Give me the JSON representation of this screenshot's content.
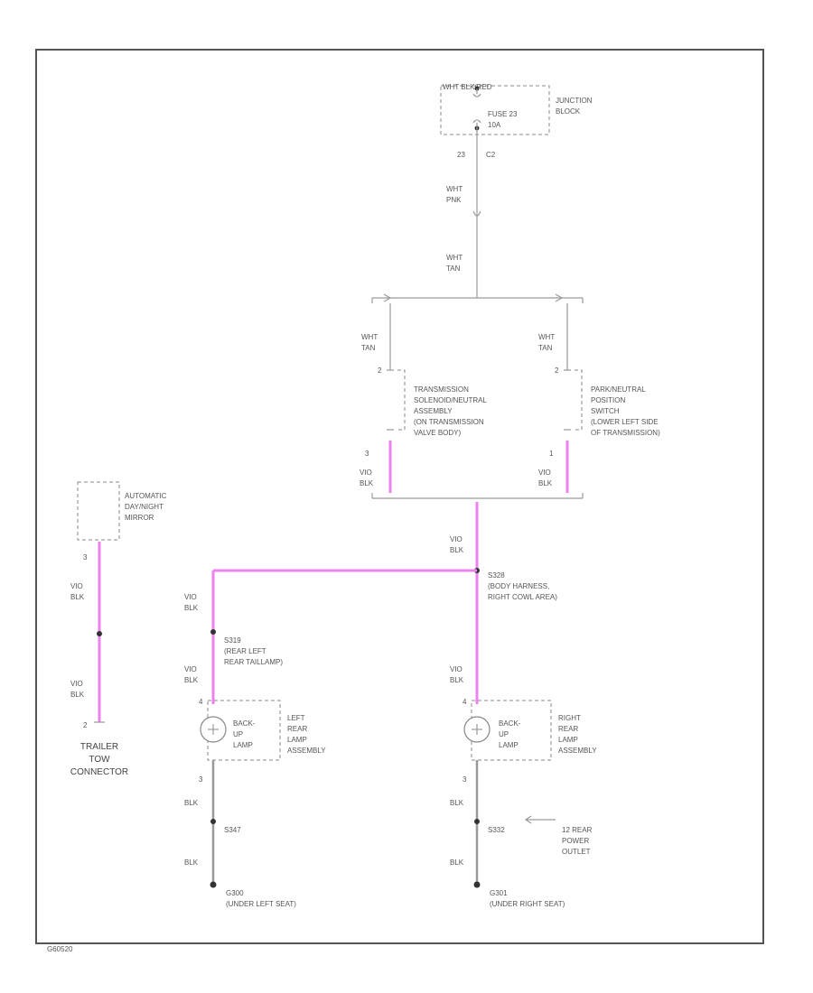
{
  "junction": {
    "top_wire": "WHT BLK/RED",
    "fuse_line1": "FUSE 23",
    "fuse_line2": "10A",
    "label_line1": "JUNCTION",
    "label_line2": "BLOCK",
    "pin_left": "23",
    "pin_right": "C2"
  },
  "wires": {
    "upper_wht1": "WHT",
    "upper_pnk": "PNK",
    "mid_wht": "WHT",
    "mid_tan": "TAN",
    "left_wht": "WHT",
    "left_tan": "TAN",
    "right_wht": "WHT",
    "right_tan": "TAN",
    "left_vio": "VIO",
    "left_blk": "BLK",
    "right_vio": "VIO",
    "right_blk": "BLK",
    "center_vio": "VIO",
    "center_blk": "BLK",
    "mirror_vio": "VIO",
    "mirror_blk": "BLK",
    "mirror2_vio": "VIO",
    "mirror2_blk": "BLK",
    "bl_vio": "VIO",
    "bl_blk": "BLK",
    "bl2_vio": "VIO",
    "bl2_blk": "BLK",
    "br_vio": "VIO",
    "br_blk": "BLK",
    "gl_blk1": "BLK",
    "gl_blk2": "BLK",
    "gr_blk1": "BLK",
    "gr_blk2": "BLK"
  },
  "pins": {
    "tr_left_top": "2",
    "tr_left_bot": "3",
    "tr_right_top": "2",
    "tr_right_bot": "1",
    "mirror_pin": "3",
    "tow_pin": "2",
    "lamp_l_top": "4",
    "lamp_l_bot": "3",
    "lamp_r_top": "4",
    "lamp_r_bot": "3"
  },
  "components": {
    "trans_solenoid": [
      "TRANSMISSION",
      "SOLENOID/NEUTRAL",
      "ASSEMBLY",
      "(ON TRANSMISSION",
      "VALVE BODY)"
    ],
    "park_neutral": [
      "PARK/NEUTRAL",
      "POSITION",
      "SWITCH",
      "(LOWER LEFT SIDE",
      "OF TRANSMISSION)"
    ],
    "auto_mirror": [
      "AUTOMATIC",
      "DAY/NIGHT",
      "MIRROR"
    ],
    "trailer": [
      "TRAILER",
      "TOW",
      "CONNECTOR"
    ],
    "left_lamp": [
      "LEFT",
      "REAR",
      "LAMP",
      "ASSEMBLY"
    ],
    "right_lamp": [
      "RIGHT",
      "REAR",
      "LAMP",
      "ASSEMBLY"
    ],
    "backup": [
      "BACK-",
      "UP",
      "LAMP"
    ]
  },
  "splices": {
    "s328": [
      "S328",
      "(BODY HARNESS,",
      "RIGHT COWL AREA)"
    ],
    "s319": [
      "S319",
      "(REAR LEFT",
      "REAR TAILLAMP)"
    ]
  },
  "grounds": {
    "left_splice": "S347",
    "left_ground": [
      "G300",
      "(UNDER LEFT SEAT)"
    ],
    "right_splice": "S332",
    "right_ground": [
      "G301",
      "(UNDER RIGHT SEAT)"
    ],
    "outlet_note": [
      "12 REAR",
      "POWER",
      "OUTLET"
    ]
  },
  "footer_id": "G60520"
}
